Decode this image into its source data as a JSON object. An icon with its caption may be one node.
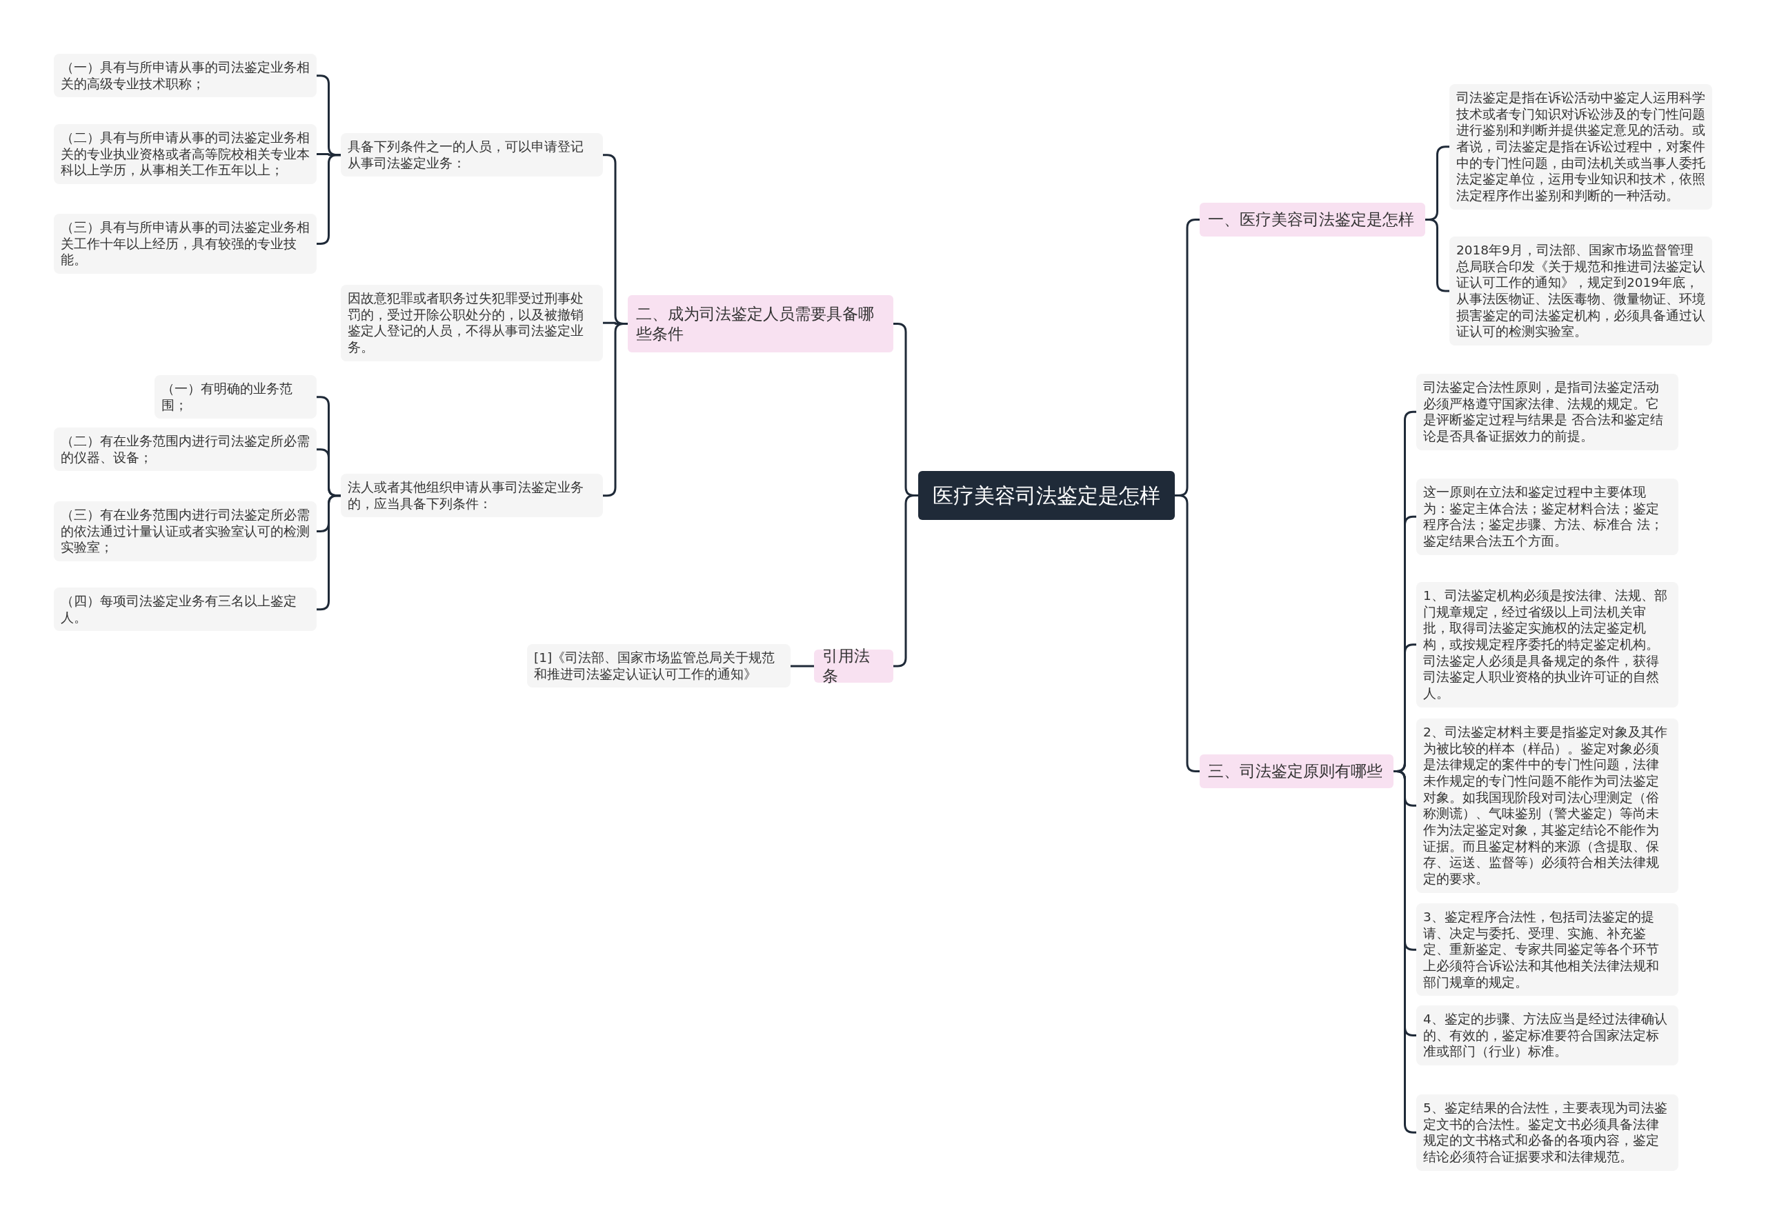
{
  "diagram": {
    "nodes": [
      {
        "text": [
          "医疗美容司法鉴定是怎样"
        ]
      },
      {
        "text": [
          "一、医疗美容司法鉴定是怎样"
        ]
      },
      {
        "text": [
          "司法鉴定是指在诉讼活动中鉴定人运用科学技术或者专门知识对诉讼涉及的专门性问题进行鉴别和判断并提供鉴定意见的活动。或者说，司法鉴定是指在诉讼过程中，对案件中的专门性问题，由司法机关或当事人委托法定鉴定单位，运用专业知识和技术，依照法定程序作出鉴别和判断的一种活动。"
        ]
      },
      {
        "text": [
          "2018年9月，司法部、国家市场监督管理总局联合印发《关于规范和推进司法鉴定认证认可工作的通知》，规定到2019年底，从事法医物证、法医毒物、微量物证、环境损害鉴定的司法鉴定机构，必须具备通过认证认可的检测实验室。"
        ]
      },
      {
        "text": [
          "三、司法鉴定原则有哪些"
        ]
      },
      {
        "text": [
          "司法鉴定合法性原则，是指司法鉴定活动必须严格遵守国家法律、法规的规定。它是评断鉴定过程与结果是 否合法和鉴定结论是否具备证据效力的前提。"
        ]
      },
      {
        "text": [
          "这一原则在立法和鉴定过程中主要体现为：鉴定主体合法；鉴定材料合法；鉴定程序合法；鉴定步骤、方法、标准合 法；鉴定结果合法五个方面。"
        ]
      },
      {
        "text": [
          "1、司法鉴定机构必须是按法律、法规、部门规章规定，经过省级以上司法机关审批，取得司法鉴定实施权的法定鉴定机构，或按规定程序委托的特定鉴定机构。司法鉴定人必须是具备规定的条件，获得司法鉴定人职业资格的执业许可证的自然人。"
        ]
      },
      {
        "text": [
          "2、司法鉴定材料主要是指鉴定对象及其作为被比较的样本（样品）。鉴定对象必须是法律规定的案件中的专门性问题，法律未作规定的专门性问题不能作为司法鉴定对象。如我国现阶段对司法心理测定（俗称测谎）、气味鉴别（警犬鉴定）等尚未作为法定鉴定对象，其鉴定结论不能作为证据。而且鉴定材料的来源（含提取、保存、运送、监督等）必须符合相关法律规定的要求。"
        ]
      },
      {
        "text": [
          "3、鉴定程序合法性，包括司法鉴定的提请、决定与委托、受理、实施、补充鉴定、重新鉴定、专家共同鉴定等各个环节上必须符合诉讼法和其他相关法律法规和部门规章的规定。"
        ]
      },
      {
        "text": [
          "4、鉴定的步骤、方法应当是经过法律确认的、有效的，鉴定标准要符合国家法定标准或部门（行业）标准。"
        ]
      },
      {
        "text": [
          "5、鉴定结果的合法性，主要表现为司法鉴定文书的合法性。鉴定文书必须具备法律规定的文书格式和必备的各项内容，鉴定结论必须符合证据要求和法律规范。"
        ]
      },
      {
        "text": [
          "二、成为司法鉴定人员需要具备哪些条件"
        ]
      },
      {
        "text": [
          "具备下列条件之一的人员，可以申请登记从事司法鉴定业务："
        ]
      },
      {
        "text": [
          "（一）具有与所申请从事的司法鉴定业务相关的高级专业技术职称；"
        ]
      },
      {
        "text": [
          "（二）具有与所申请从事的司法鉴定业务相关的专业执业资格或者高等院校相关专业本科以上学历，从事相关工作五年以上；"
        ]
      },
      {
        "text": [
          "（三）具有与所申请从事的司法鉴定业务相关工作十年以上经历，具有较强的专业技能。"
        ]
      },
      {
        "text": [
          "因故意犯罪或者职务过失犯罪受过刑事处罚的，受过开除公职处分的，以及被撤销鉴定人登记的人员，不得从事司法鉴定业务。"
        ]
      },
      {
        "text": [
          "法人或者其他组织申请从事司法鉴定业务的，应当具备下列条件："
        ]
      },
      {
        "text": [
          "（一）有明确的业务范围；"
        ]
      },
      {
        "text": [
          "（二）有在业务范围内进行司法鉴定所必需的仪器、设备；"
        ]
      },
      {
        "text": [
          "（三）有在业务范围内进行司法鉴定所必需的依法通过计量认证或者实验室认可的检测实验室；"
        ]
      },
      {
        "text": [
          "（四）每项司法鉴定业务有三名以上鉴定人。"
        ]
      },
      {
        "text": [
          "引用法条"
        ]
      },
      {
        "text": [
          "[1]《司法部、国家市场监管总局关于规范和推进司法鉴定认证认可工作的通知》"
        ]
      }
    ],
    "edges": [
      {
        "from": 0,
        "to": 1,
        "arrow": "none"
      },
      {
        "from": 1,
        "to": 2,
        "arrow": "none"
      },
      {
        "from": 1,
        "to": 3,
        "arrow": "none"
      },
      {
        "from": 0,
        "to": 4,
        "arrow": "none"
      },
      {
        "from": 4,
        "to": 5,
        "arrow": "none"
      },
      {
        "from": 4,
        "to": 6,
        "arrow": "none"
      },
      {
        "from": 4,
        "to": 7,
        "arrow": "none"
      },
      {
        "from": 4,
        "to": 8,
        "arrow": "none"
      },
      {
        "from": 4,
        "to": 9,
        "arrow": "none"
      },
      {
        "from": 4,
        "to": 10,
        "arrow": "none"
      },
      {
        "from": 4,
        "to": 11,
        "arrow": "none"
      },
      {
        "from": 0,
        "to": 12,
        "arrow": "none"
      },
      {
        "from": 12,
        "to": 13,
        "arrow": "none"
      },
      {
        "from": 13,
        "to": 14,
        "arrow": "none"
      },
      {
        "from": 13,
        "to": 15,
        "arrow": "none"
      },
      {
        "from": 13,
        "to": 16,
        "arrow": "none"
      },
      {
        "from": 12,
        "to": 17,
        "arrow": "none"
      },
      {
        "from": 12,
        "to": 18,
        "arrow": "none"
      },
      {
        "from": 18,
        "to": 19,
        "arrow": "none"
      },
      {
        "from": 18,
        "to": 20,
        "arrow": "none"
      },
      {
        "from": 18,
        "to": 21,
        "arrow": "none"
      },
      {
        "from": 18,
        "to": 22,
        "arrow": "none"
      },
      {
        "from": 0,
        "to": 23,
        "arrow": "none"
      },
      {
        "from": 23,
        "to": 24,
        "arrow": "none"
      }
    ]
  }
}
